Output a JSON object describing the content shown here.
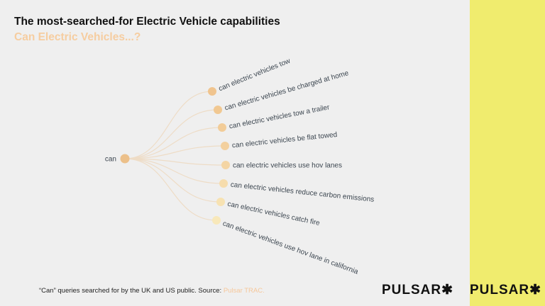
{
  "title": "The most-searched-for Electric Vehicle capabilities",
  "subtitle": "Can Electric Vehicles...?",
  "tree": {
    "root": "can",
    "children": [
      "can electric vehicles tow",
      "can electric vehicles be charged at home",
      "can electric vehicles tow a trailer",
      "can electric vehicles be flat towed",
      "can electric vehicles use hov lanes",
      "can electric vehicles reduce carbon emissions",
      "can electric vehicles catch fire",
      "can electric vehicles use hov lane in california"
    ]
  },
  "footer": {
    "text": "“Can” queries searched for by the UK and US public. Source: ",
    "source": "Pulsar TRAC."
  },
  "logo": "PULSAR✱",
  "colors": {
    "accent": "#f6cda0",
    "panel": "#f0ec6e"
  }
}
